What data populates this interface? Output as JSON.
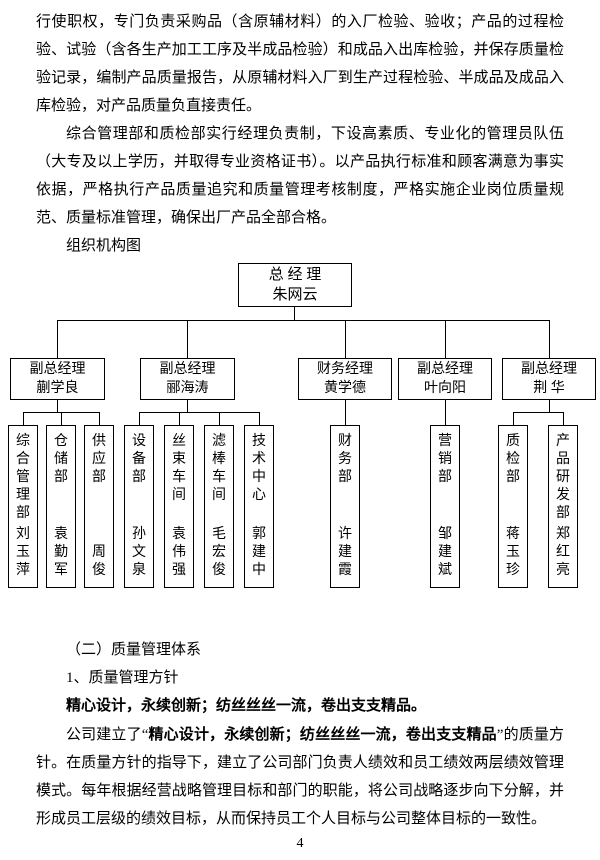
{
  "page": {
    "number": "4"
  },
  "paragraphs": {
    "p1": "行使职权，专门负责采购品（含原辅材料）的入厂检验、验收；产品的过程检验、试验（含各生产加工工序及半成品检验）和成品入出库检验，并保存质量检验记录，编制产品质量报告，从原辅材料入厂到生产过程检验、半成品及成品入库检验，对产品质量负直接责任。",
    "p2": "综合管理部和质检部实行经理负责制，下设高素质、专业化的管理员队伍（大专及以上学历，并取得专业资格证书）。以产品执行标准和顾客满意为事实依据，严格执行产品质量追究和质量管理考核制度，严格实施企业岗位质量规范、质量标准管理，确保出厂产品全部合格。",
    "org_chart_heading": "组织机构图",
    "section2_heading": "（二）质量管理体系",
    "sub1_heading": "1、质量管理方针",
    "motto_line": "精心设计，永续创新；纺丝丝丝一流，卷出支支精品。",
    "policy": {
      "prefix": "公司建立了“",
      "motto": "精心设计，永续创新；纺丝丝丝一流，卷出支支精品",
      "suffix": "”的质量方针。在质量方针的指导下，建立了公司部门负责人绩效和员工绩效两层绩效管理模式。每年根据经营战略管理目标和部门的职能，将公司战略逐步向下分解，并形成员工层级的绩效目标，从而保持员工个人目标与公司整体目标的一致性。"
    }
  },
  "org_chart": {
    "root": {
      "title": "总 经 理",
      "name": "朱网云"
    },
    "managers": [
      {
        "title": "副总经理",
        "name": "蒯学良"
      },
      {
        "title": "副总经理",
        "name": "郦海涛"
      },
      {
        "title": "财务经理",
        "name": "黄学德"
      },
      {
        "title": "副总经理",
        "name": "叶向阳"
      },
      {
        "title": "副总经理",
        "name": "荆  华"
      }
    ],
    "departments": [
      {
        "dept": "综合管理部",
        "person": "刘玉萍"
      },
      {
        "dept": "仓储部",
        "person": "袁勤军"
      },
      {
        "dept": "供应部",
        "person": "周俊"
      },
      {
        "dept": "设备部",
        "person": "孙文泉"
      },
      {
        "dept": "丝束车间",
        "person": "袁伟强"
      },
      {
        "dept": "滤棒车间",
        "person": "毛宏俊"
      },
      {
        "dept": "技术中心",
        "person": "郭建中"
      },
      {
        "dept": "财务部",
        "person": "许建霞"
      },
      {
        "dept": "营销部",
        "person": "邹建斌"
      },
      {
        "dept": "质检部",
        "person": "蒋玉珍"
      },
      {
        "dept": "产品研发部",
        "person": "郑红亮"
      }
    ]
  }
}
